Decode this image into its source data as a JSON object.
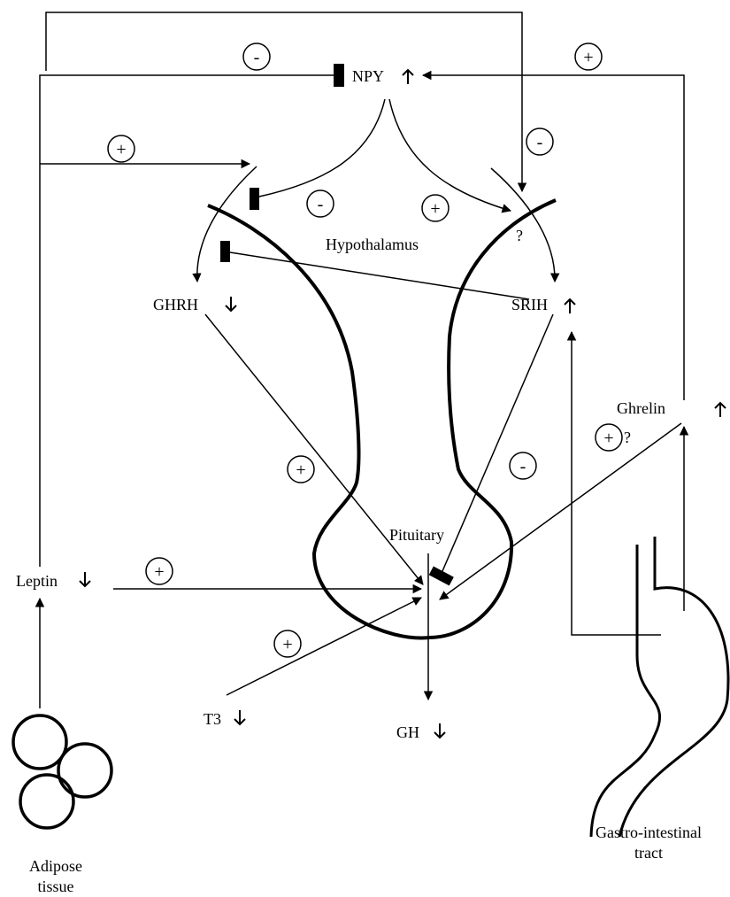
{
  "labels": {
    "npy": "NPY",
    "hypothalamus": "Hypothalamus",
    "ghrh": "GHRH",
    "srih": "SRIH",
    "ghrelin": "Ghrelin",
    "pituitary": "Pituitary",
    "leptin": "Leptin",
    "t3": "T3",
    "gh": "GH",
    "adipose_line1": "Adipose",
    "adipose_line2": "tissue",
    "gi_line1": "Gastro-intestinal",
    "gi_line2": "tract"
  },
  "signs": {
    "plus": "+",
    "minus": "-"
  },
  "annotations": {
    "unknown": "?"
  }
}
